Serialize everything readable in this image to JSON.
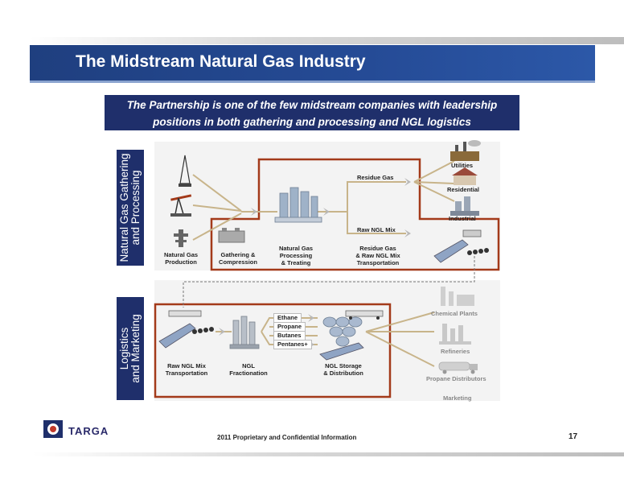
{
  "header": {
    "title": "The Midstream Natural Gas Industry",
    "callout_line1": "The Partnership is one of the few midstream companies with leadership",
    "callout_line2": "positions in both gathering and processing and NGL logistics"
  },
  "sections": {
    "gathering_line1": "Natural Gas Gathering",
    "gathering_line2": "and Processing",
    "logistics_line1": "Logistics",
    "logistics_line2": "and Marketing"
  },
  "gathering": {
    "production": [
      "Natural Gas",
      "Production"
    ],
    "compression": [
      "Gathering &",
      "Compression"
    ],
    "processing": [
      "Natural Gas",
      "Processing",
      "& Treating"
    ],
    "transportation": [
      "Residue Gas",
      "& Raw NGL Mix",
      "Transportation"
    ],
    "residue_gas": "Residue Gas",
    "raw_ngl_mix": "Raw NGL Mix",
    "utilities": "Utilities",
    "residential": "Residential",
    "industrial": "Industrial"
  },
  "logistics": {
    "raw_ngl_transport": [
      "Raw NGL Mix",
      "Transportation"
    ],
    "fractionation": [
      "NGL",
      "Fractionation"
    ],
    "storage": [
      "NGL Storage",
      "& Distribution"
    ],
    "products": [
      "Ethane",
      "Propane",
      "Butanes",
      "Pentanes+"
    ],
    "chemical_plants": "Chemical Plants",
    "refineries": "Refineries",
    "propane_distributors": "Propane Distributors",
    "marketing": "Marketing"
  },
  "footer": {
    "logo": "TARGA",
    "confidential": "2011 Proprietary and Confidential Information",
    "page_number": "17"
  },
  "colors": {
    "title_bar": "#254b96",
    "navy": "#1f2f6b",
    "process_outline": "#a33a1a",
    "flow_arrow": "#c8b48a"
  }
}
